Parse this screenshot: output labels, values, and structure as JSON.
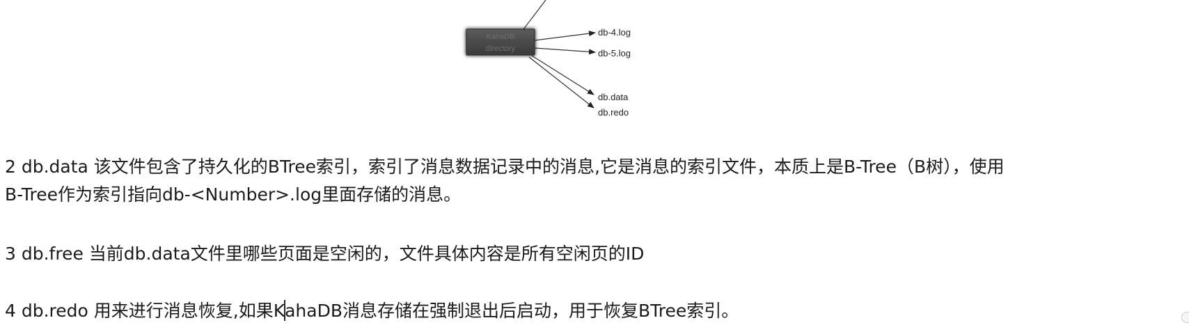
{
  "diagram": {
    "box_label_line1": "KahaDB",
    "box_label_line2": "directory",
    "files": [
      "db-4.log",
      "db-5.log",
      "db.data",
      "db.redo"
    ]
  },
  "paragraphs": {
    "p2": {
      "line1": "2 db.data 该文件包含了持久化的BTree索引，索引了消息数据记录中的消息,它是消息的索引文件，本质上是B-Tree（B树），使用",
      "line2": "B-Tree作为索引指向db-<Number>.log里面存储的消息。"
    },
    "p3": {
      "line1": "3 db.free 当前db.data文件里哪些页面是空闲的，文件具体内容是所有空闲页的ID"
    },
    "p4": {
      "before_caret": "4 db.redo 用来进行消息恢复,如果K",
      "after_caret": "ahaDB消息存储在强制退出后启动，用于恢复BTree索引。"
    }
  }
}
